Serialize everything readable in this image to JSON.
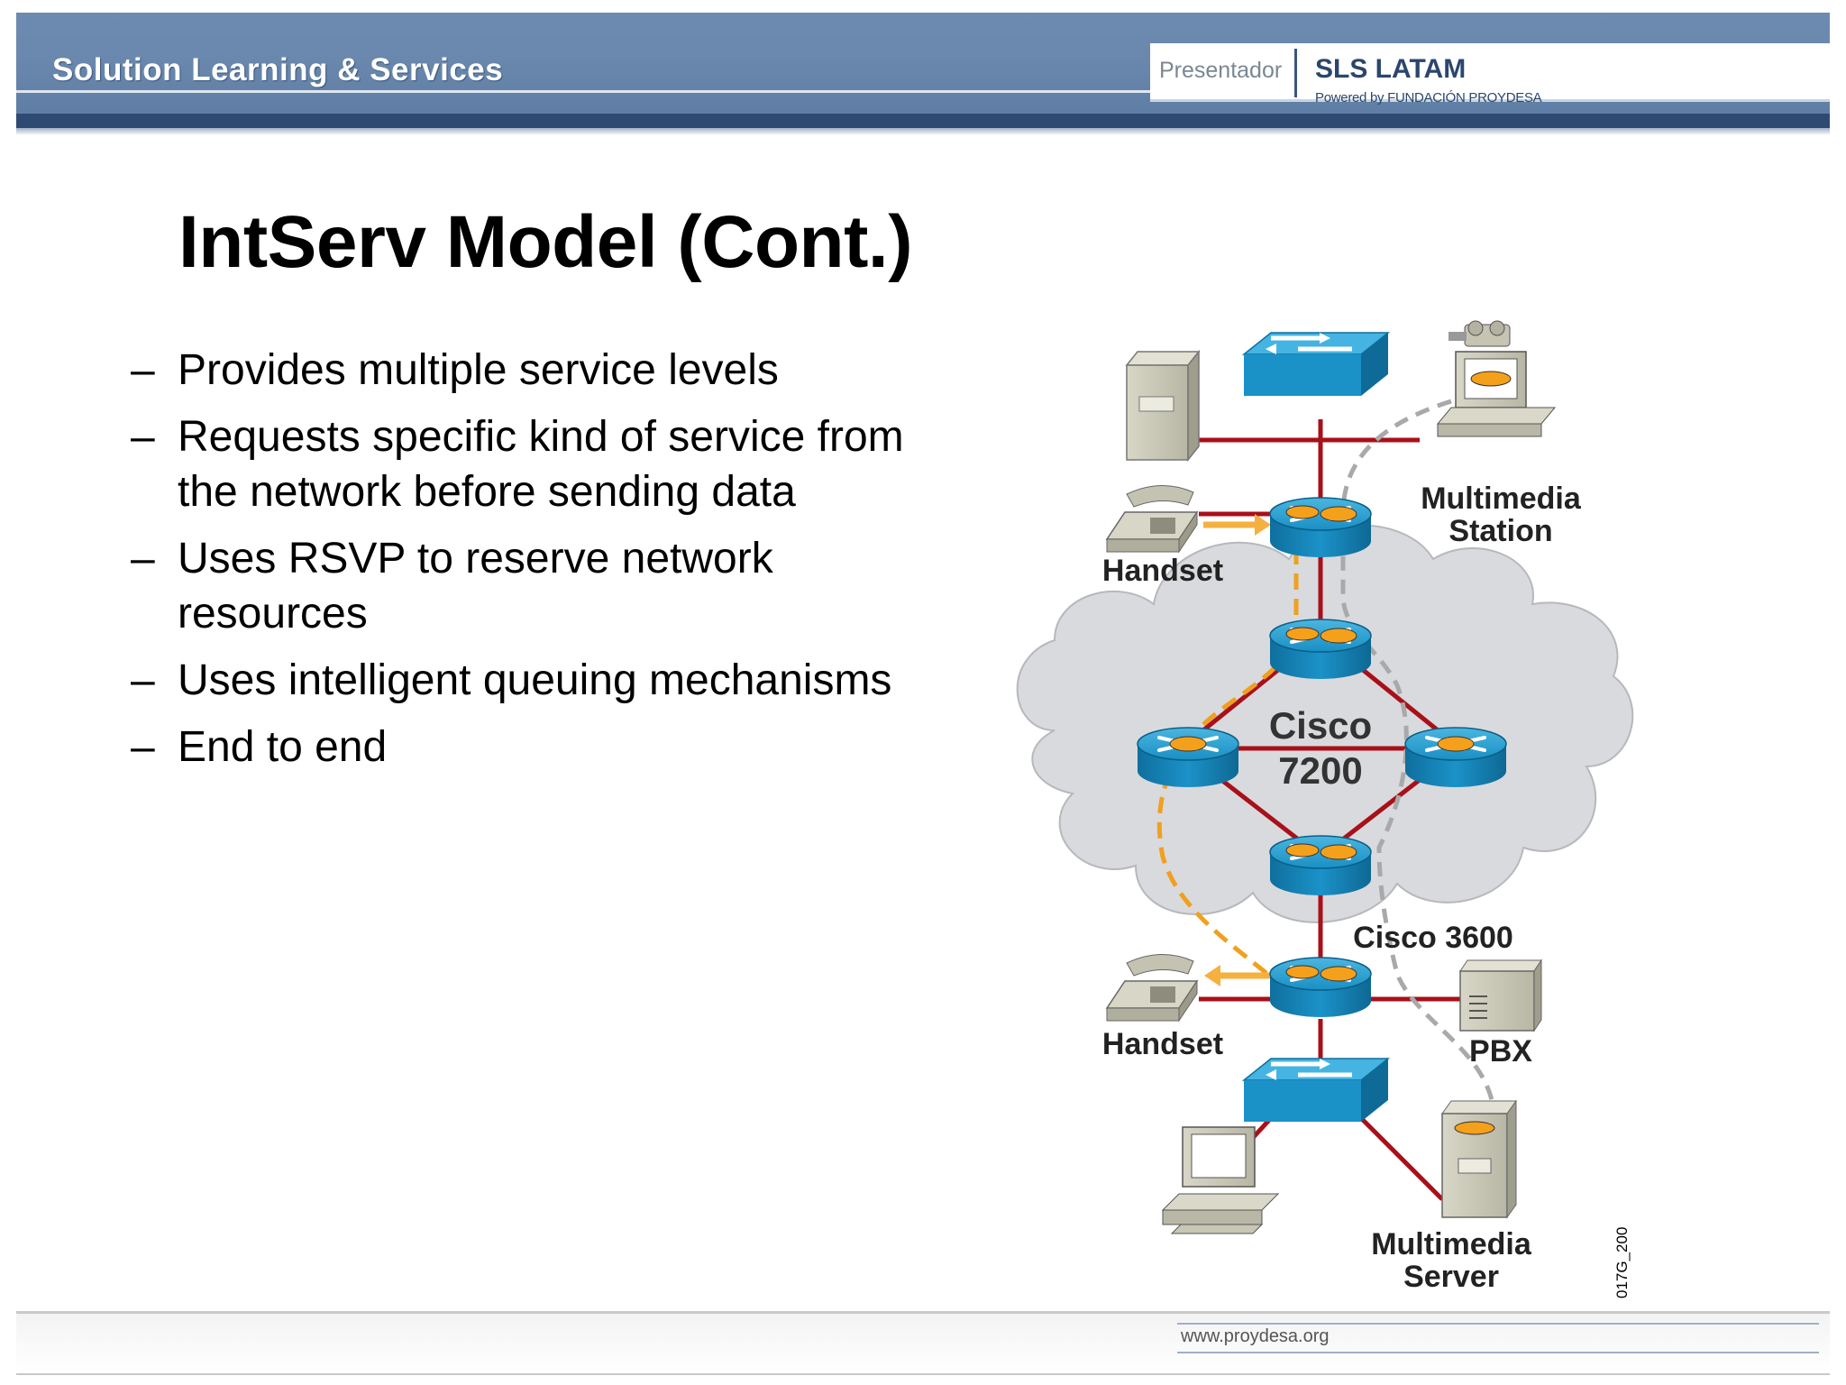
{
  "header": {
    "brand": "Solution Learning & Services",
    "presenter_label": "Presentador",
    "org_title": "SLS LATAM",
    "org_subtitle": "Powered by FUNDACIÓN PROYDESA"
  },
  "slide": {
    "title": "IntServ Model (Cont.)",
    "bullet_marker": "–",
    "bullets": [
      "Provides multiple service levels",
      "Requests specific kind of service from the network before sending data",
      "Uses RSVP to reserve network resources",
      "Uses intelligent queuing mechanisms",
      "End to end"
    ]
  },
  "diagram": {
    "labels": {
      "multimedia_station": "Multimedia Station",
      "handset_top": "Handset",
      "cisco_7200": "Cisco 7200",
      "cisco_3600": "Cisco 3600",
      "handset_bottom": "Handset",
      "pbx": "PBX",
      "multimedia_server": "Multimedia Server",
      "figure_code": "017G_200"
    },
    "icons": [
      "server-icon",
      "switch-icon",
      "workstation-camera-icon",
      "phone-icon",
      "router-icon",
      "cloud-icon",
      "pbx-icon",
      "computer-icon"
    ],
    "colors": {
      "link": "#a8101a",
      "router": "#1996c8",
      "reservation_path": "#f0a020",
      "data_path": "#a9a9a9",
      "cloud": "#d9dadd"
    }
  },
  "footer": {
    "url": "www.proydesa.org"
  }
}
